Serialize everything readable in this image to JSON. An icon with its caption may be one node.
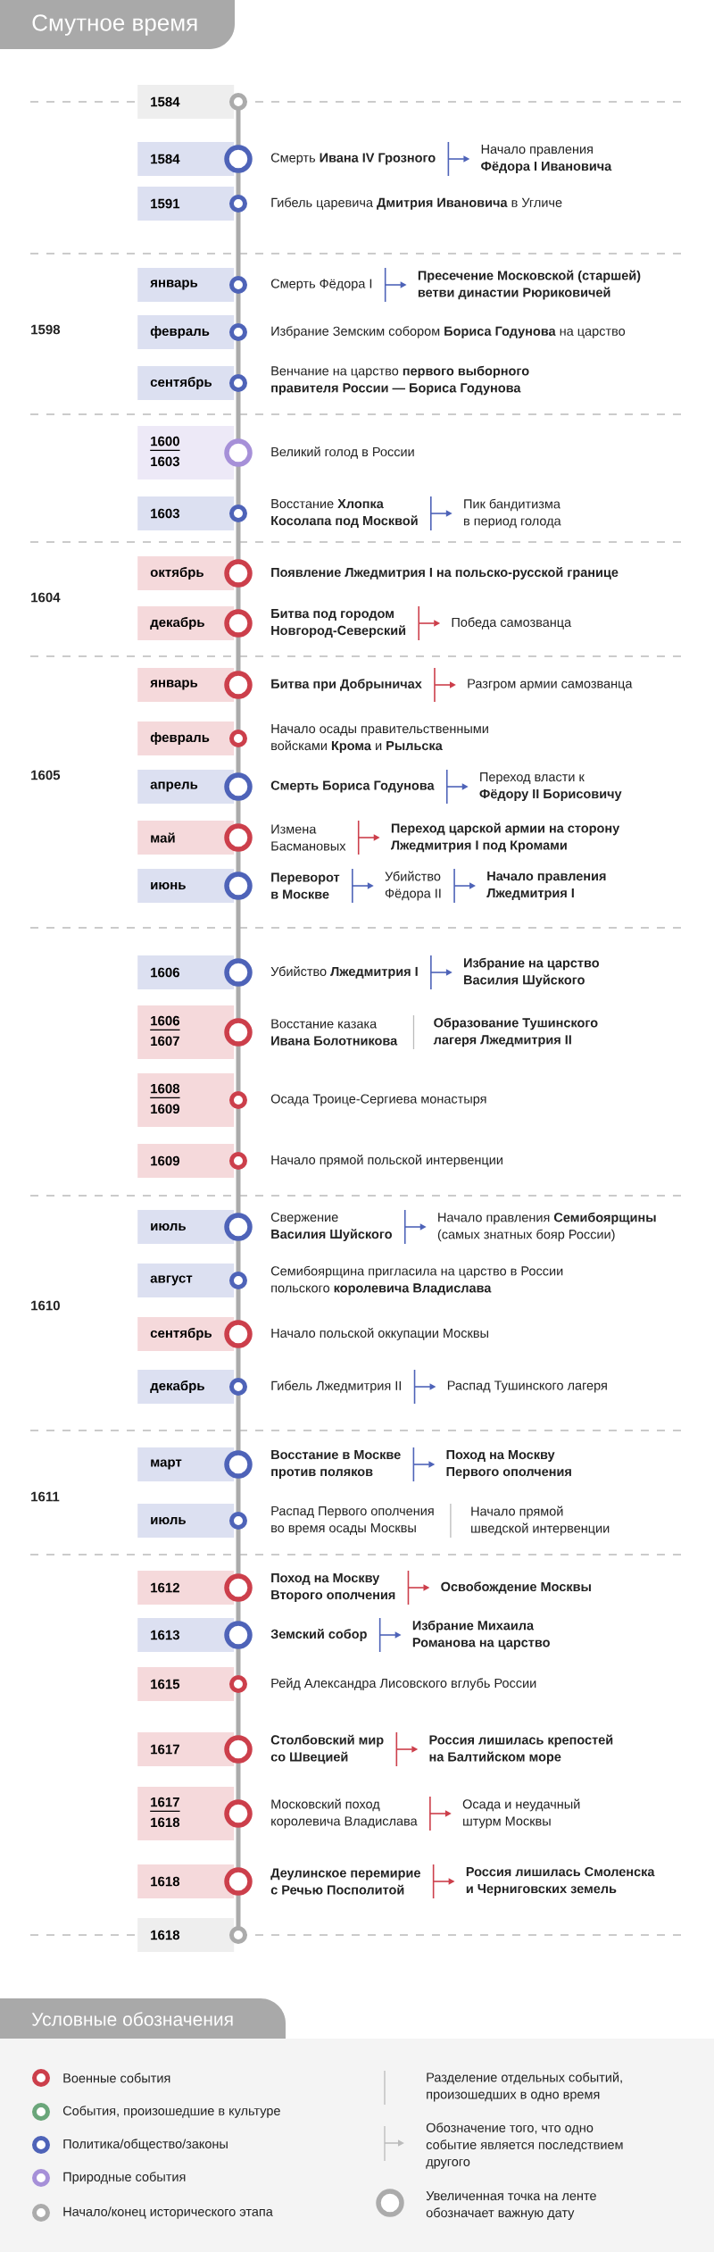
{
  "diagram": {
    "title": "Смутное время",
    "nodes": [
      {
        "text": [
          "1584"
        ]
      },
      {
        "text": [
          "1584"
        ]
      },
      {
        "text": [
          "Смерть **Ивана IV Грозного**"
        ]
      },
      {
        "text": [
          "Начало правления **Фёдора I Ивановича**"
        ]
      },
      {
        "text": [
          "1591"
        ]
      },
      {
        "text": [
          "январь"
        ]
      },
      {
        "text": [
          "Смерть Фёдора I"
        ]
      },
      {
        "text": [
          "Пресечение Московской (старшей) ветви династии Рюриковичей"
        ]
      },
      {
        "text": [
          "февраль"
        ]
      },
      {
        "text": [
          "сентябрь"
        ]
      },
      {
        "text": [
          "1600",
          "1603"
        ]
      },
      {
        "text": [
          "1603"
        ]
      },
      {
        "text": [
          "Восстание **Хлопка Косолапа под Москвой**"
        ]
      },
      {
        "text": [
          "Пик бандитизма в период голода"
        ]
      },
      {
        "text": [
          "октябрь"
        ]
      },
      {
        "text": [
          "декабрь"
        ]
      },
      {
        "text": [
          "Битва под городом Новгород-Северский"
        ]
      },
      {
        "text": [
          "Победа самозванца"
        ]
      },
      {
        "text": [
          "январь"
        ]
      },
      {
        "text": [
          "Битва при Добрыничах"
        ]
      },
      {
        "text": [
          "Разгром армии самозванца"
        ]
      },
      {
        "text": [
          "февраль"
        ]
      },
      {
        "text": [
          "апрель"
        ]
      },
      {
        "text": [
          "Смерть Бориса Годунова"
        ]
      },
      {
        "text": [
          "Переход власти к **Фёдору II Борисовичу**"
        ]
      },
      {
        "text": [
          "май"
        ]
      },
      {
        "text": [
          "Измена Басмановых"
        ]
      },
      {
        "text": [
          "Переход царской армии на сторону Лжедмитрия I под Кромами"
        ]
      },
      {
        "text": [
          "июнь"
        ]
      },
      {
        "text": [
          "Переворот в Москве"
        ]
      },
      {
        "text": [
          "Убийство Фёдора II"
        ]
      },
      {
        "text": [
          "Начало правления Лжедмитрия I"
        ]
      },
      {
        "text": [
          "1606"
        ]
      },
      {
        "text": [
          "Убийство **Лжедмитрия I**"
        ]
      },
      {
        "text": [
          "Избрание на царство Василия Шуйского"
        ]
      },
      {
        "text": [
          "1606",
          "1607"
        ]
      },
      {
        "text": [
          "1608",
          "1609"
        ]
      },
      {
        "text": [
          "1609"
        ]
      },
      {
        "text": [
          "июль"
        ]
      },
      {
        "text": [
          "Свержение **Василия Шуйского**"
        ]
      },
      {
        "text": [
          "Начало правления **Семибоярщины** (самых знатных бояр России)"
        ]
      },
      {
        "text": [
          "август"
        ]
      },
      {
        "text": [
          "сентябрь"
        ]
      },
      {
        "text": [
          "декабрь"
        ]
      },
      {
        "text": [
          "Гибель Лжедмитрия II"
        ]
      },
      {
        "text": [
          "Распад Тушинского лагеря"
        ]
      },
      {
        "text": [
          "март"
        ]
      },
      {
        "text": [
          "Восстание в Москве против поляков"
        ]
      },
      {
        "text": [
          "Поход на Москву Первого ополчения"
        ]
      },
      {
        "text": [
          "июль"
        ]
      },
      {
        "text": [
          "1612"
        ]
      },
      {
        "text": [
          "Поход на Москву Второго ополчения"
        ]
      },
      {
        "text": [
          "Освобождение Москвы"
        ]
      },
      {
        "text": [
          "1613"
        ]
      },
      {
        "text": [
          "Земский собор"
        ]
      },
      {
        "text": [
          "Избрание Михаила Романова на царство"
        ]
      },
      {
        "text": [
          "1615"
        ]
      },
      {
        "text": [
          "1617"
        ]
      },
      {
        "text": [
          "Столбовский мир со Швецией"
        ]
      },
      {
        "text": [
          "Россия лишилась крепостей на Балтийском море"
        ]
      },
      {
        "text": [
          "1617",
          "1618"
        ]
      },
      {
        "text": [
          "Московский поход королевича Владислава"
        ]
      },
      {
        "text": [
          "Осада и неудачный штурм Москвы"
        ]
      },
      {
        "text": [
          "1618"
        ]
      },
      {
        "text": [
          "Деулинское перемирие с Речью Посполитой"
        ]
      },
      {
        "text": [
          "Россия лишилась Смоленска и Черниговских земель"
        ]
      },
      {
        "text": [
          "1618"
        ]
      }
    ],
    "edges": [
      {
        "from": 2,
        "to": 3,
        "arrow": "to"
      },
      {
        "from": 6,
        "to": 7,
        "arrow": "to"
      },
      {
        "from": 12,
        "to": 13,
        "arrow": "to"
      },
      {
        "from": 16,
        "to": 17,
        "arrow": "to",
        "color": "#cc3f4b"
      },
      {
        "from": 19,
        "to": 20,
        "arrow": "to",
        "color": "#cc3f4b"
      },
      {
        "from": 23,
        "to": 24,
        "arrow": "to"
      },
      {
        "from": 26,
        "to": 27,
        "arrow": "to",
        "color": "#cc3f4b"
      },
      {
        "from": 29,
        "to": 30,
        "arrow": "to"
      },
      {
        "from": 30,
        "to": 31,
        "arrow": "to"
      },
      {
        "from": 33,
        "to": 34,
        "arrow": "to"
      },
      {
        "from": 39,
        "to": 40,
        "arrow": "to"
      },
      {
        "from": 44,
        "to": 45,
        "arrow": "to"
      },
      {
        "from": 47,
        "to": 48,
        "arrow": "to"
      },
      {
        "from": 51,
        "to": 52,
        "arrow": "to",
        "color": "#cc3f4b"
      },
      {
        "from": 54,
        "to": 55,
        "arrow": "to"
      },
      {
        "from": 58,
        "to": 59,
        "arrow": "to",
        "color": "#cc3f4b"
      },
      {
        "from": 61,
        "to": 62,
        "arrow": "to",
        "color": "#cc3f4b"
      },
      {
        "from": 64,
        "to": 65,
        "arrow": "to",
        "color": "#cc3f4b"
      }
    ],
    "labels": [
      "Гибель царевича **Дмитрия Ивановича** в Угличе",
      "1598",
      "Избрание Земским собором **Бориса Годунова** на царство",
      "Венчание на царство **первого выборного правителя России — Бориса Годунова**",
      "Великий голод в России",
      "Появление Лжедмитрия I на польско-русской границе",
      "1604",
      "Начало осады правительственными войсками **Крома** и **Рыльска**",
      "1605",
      "Восстание казака **Ивана Болотникова**",
      "Образование Тушинского лагеря Лжедмитрия II",
      "Осада Троице-Сергиева монастыря",
      "Начало прямой польской интервенции",
      "Семибоярщина пригласила на царство в России польского **королевича Владислава**",
      "1610",
      "Начало польской оккупации Москвы",
      "1611",
      "Распад Первого ополчения во время осады Москвы",
      "Начало прямой шведской интервенции",
      "Рейд Александра Лисовского вглубь России",
      "Условные обозначения"
    ],
    "legend": [
      {
        "text": "Военные события",
        "color": "#cc3f4b"
      },
      {
        "text": "События, произошедшие в культуре",
        "color": "#6aa67a"
      },
      {
        "text": "Политика/общество/законы",
        "color": "#4e63b8"
      },
      {
        "text": "Природные события",
        "color": "#a690d8"
      },
      {
        "text": "Начало/конец исторического этапа",
        "color": "#ababab"
      },
      {
        "text": "Разделение отдельных событий, произошедших в одно время"
      },
      {
        "text": "Обозначение того, что одно событие является последствием другого"
      },
      {
        "text": "Увеличенная точка на ленте обозначает важную дату"
      }
    ]
  }
}
